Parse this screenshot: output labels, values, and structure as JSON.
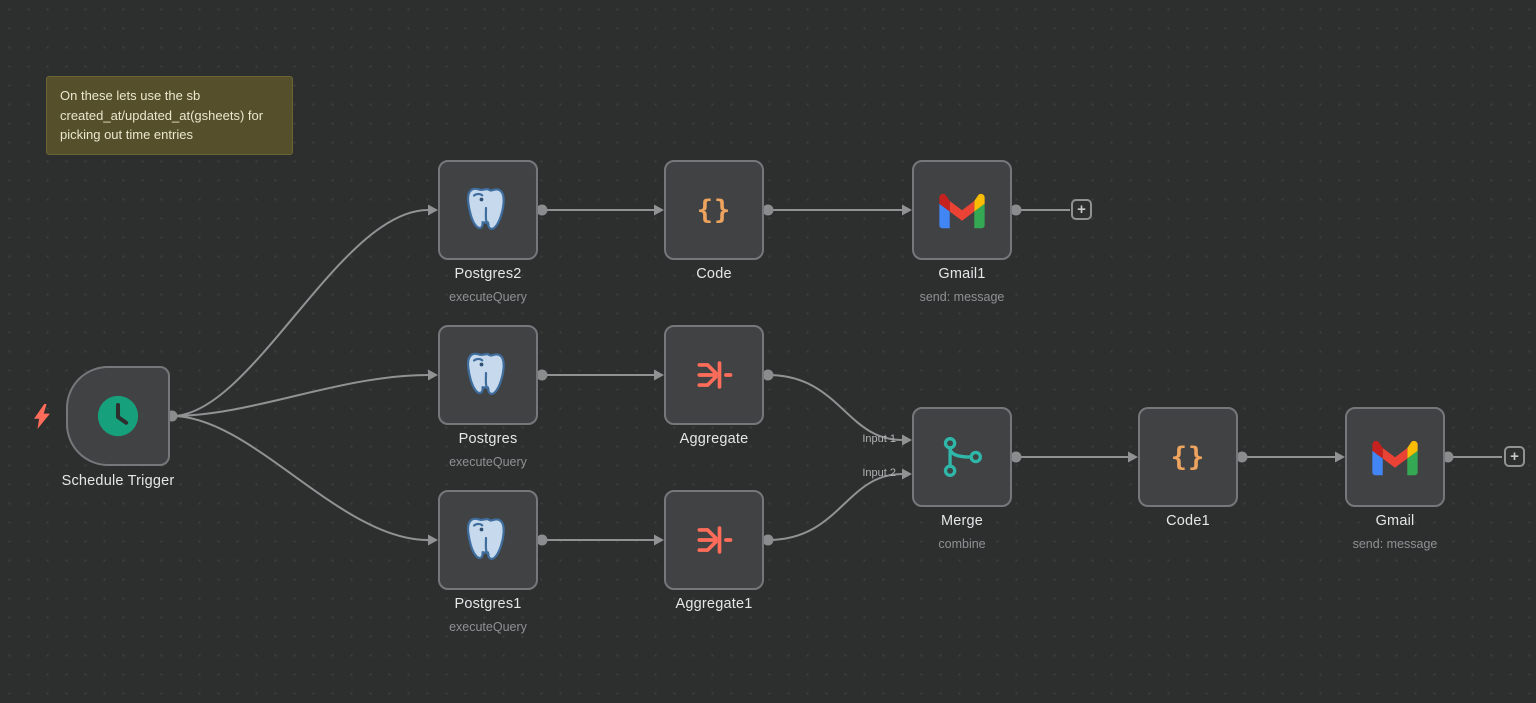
{
  "workflow": {
    "sticky_note": {
      "text": "On these lets use the sb created_at/updated_at(gsheets) for picking out time entries"
    },
    "nodes": [
      {
        "label": "Schedule Trigger",
        "sublabel": "",
        "type": "schedule-trigger"
      },
      {
        "label": "Postgres2",
        "sublabel": "executeQuery",
        "type": "postgres"
      },
      {
        "label": "Code",
        "sublabel": "",
        "type": "code"
      },
      {
        "label": "Gmail1",
        "sublabel": "send: message",
        "type": "gmail"
      },
      {
        "label": "Postgres",
        "sublabel": "executeQuery",
        "type": "postgres"
      },
      {
        "label": "Aggregate",
        "sublabel": "",
        "type": "aggregate"
      },
      {
        "label": "Postgres1",
        "sublabel": "executeQuery",
        "type": "postgres"
      },
      {
        "label": "Aggregate1",
        "sublabel": "",
        "type": "aggregate"
      },
      {
        "label": "Merge",
        "sublabel": "combine",
        "type": "merge"
      },
      {
        "label": "Code1",
        "sublabel": "",
        "type": "code"
      },
      {
        "label": "Gmail",
        "sublabel": "send: message",
        "type": "gmail"
      }
    ],
    "merge_input_labels": {
      "input1": "Input 1",
      "input2": "Input 2"
    },
    "add_button_label": "+"
  },
  "icons": {
    "code_glyph": "{}"
  },
  "colors": {
    "canvas_bg": "#2d2e2e",
    "node_bg": "#414244",
    "node_border": "#75787b",
    "edge": "#909294",
    "trigger_clock": "#16a07c",
    "bolt": "#ff6d5a",
    "aggregate_icon": "#ff6d5a",
    "merge_icon": "#2fb8aa",
    "code_icon": "#eea45f",
    "sticky_bg": "#55502b",
    "sticky_text": "#ebe7ce"
  }
}
